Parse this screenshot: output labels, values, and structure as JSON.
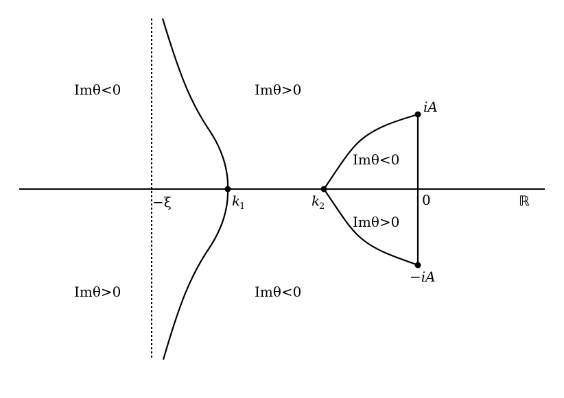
{
  "regions": {
    "upper_far_left": "Imθ<0",
    "upper_middle": "Imθ>0",
    "lens_upper": "Imθ<0",
    "lens_lower": "Imθ>0",
    "lower_far_left": "Imθ>0",
    "lower_middle": "Imθ<0"
  },
  "points": {
    "xi_label": "−ξ",
    "k1_base": "k",
    "k1_sub": "1",
    "k2_base": "k",
    "k2_sub": "2",
    "origin": "0",
    "iA": "iA",
    "minus_iA": "−iA"
  },
  "axis_label": "ℝ",
  "colors": {
    "stroke": "#000000",
    "background": "#ffffff"
  }
}
